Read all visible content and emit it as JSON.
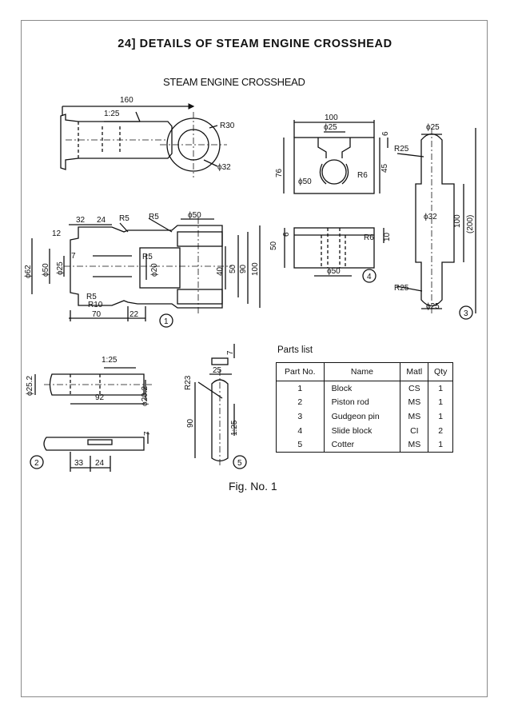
{
  "heading": "24] DETAILS OF STEAM ENGINE CROSSHEAD",
  "drawing_title": "STEAM ENGINE CROSSHEAD",
  "figure_caption": "Fig. No. 1",
  "dims": {
    "d160": "160",
    "taper1": "1:25",
    "r30": "R30",
    "phi32a": "ϕ32",
    "d100": "100",
    "phi25a": "ϕ25",
    "d6a": "6",
    "d76": "76",
    "d45": "45",
    "phi50a": "ϕ50",
    "r6a": "R6",
    "phi25b": "ϕ25",
    "r25a": "R25",
    "phi32b": "ϕ32",
    "d100b": "100",
    "d200": "(200)",
    "r25b": "R25",
    "phi25c": "ϕ25",
    "d32": "32",
    "d24a": "24",
    "r5a": "R5",
    "r5b": "R5",
    "phi50b": "ϕ50",
    "d12": "12",
    "d7a": "7",
    "phi62": "ϕ62",
    "phi50c": "ϕ50",
    "phi25d": "ϕ25",
    "r5c": "R5",
    "phi20": "ϕ20",
    "d40": "40",
    "d50": "50",
    "d90": "90",
    "d100c": "100",
    "r5d": "R5",
    "r10": "R10",
    "d70": "70",
    "d22": "22",
    "d50b": "50",
    "d6b": "6",
    "r6b": "R6",
    "d10": "10",
    "phi50d": "ϕ50",
    "taper2": "1:25",
    "phi252": "ϕ25.2",
    "d92": "92",
    "phi202": "ϕ20.2",
    "d7b": "7",
    "d33": "33",
    "d24b": "24",
    "d7c": "7",
    "d25": "25",
    "r23": "R23",
    "d90b": "90",
    "taper3": "1:25"
  },
  "callouts": [
    "1",
    "2",
    "3",
    "4",
    "5"
  ],
  "parts": {
    "title": "Parts list",
    "headers": [
      "Part No.",
      "Name",
      "Matl",
      "Qty"
    ],
    "rows": [
      [
        "1",
        "Block",
        "CS",
        "1"
      ],
      [
        "2",
        "Piston rod",
        "MS",
        "1"
      ],
      [
        "3",
        "Gudgeon pin",
        "MS",
        "1"
      ],
      [
        "4",
        "Slide block",
        "CI",
        "2"
      ],
      [
        "5",
        "Cotter",
        "MS",
        "1"
      ]
    ]
  }
}
